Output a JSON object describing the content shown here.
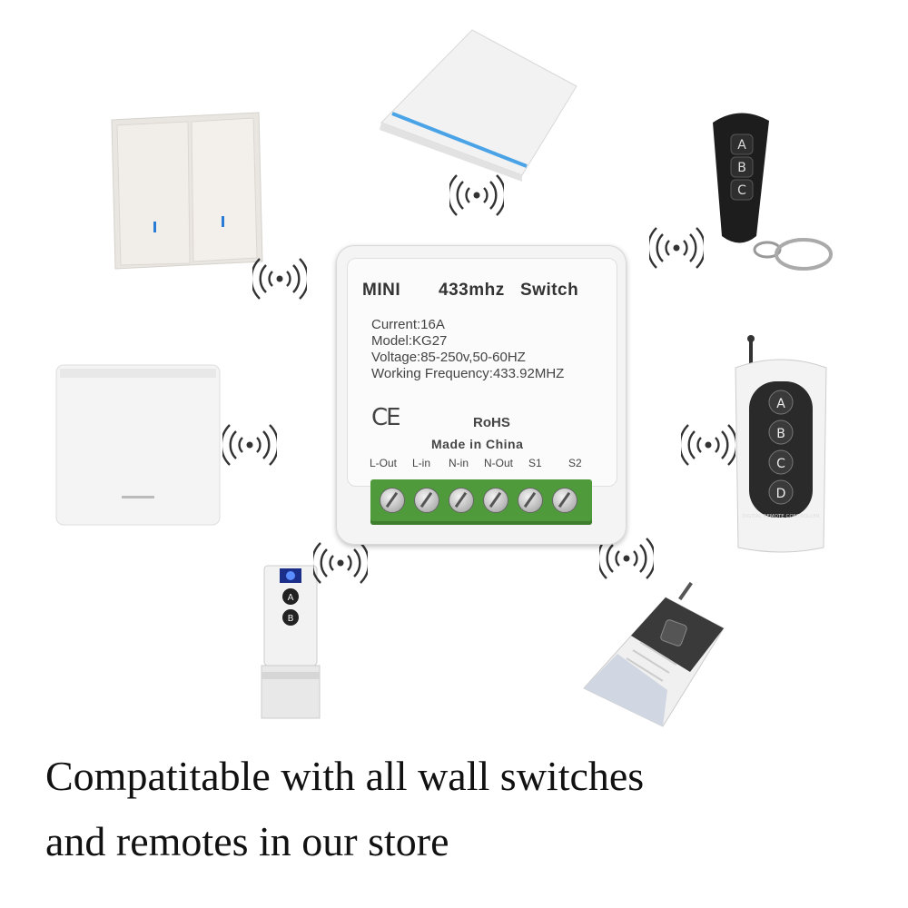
{
  "module": {
    "title_mini": "MINI",
    "title_freq": "433mhz",
    "title_switch": "Switch",
    "specs": [
      "Current:16A",
      "Model:KG27",
      "Voltage:85-250v,50-60HZ",
      "Working Frequency:433.92MHZ"
    ],
    "ce": "CE",
    "rohs": "RoHS",
    "made_in": "Made in China",
    "terminals": [
      "L-Out",
      "L-in",
      "N-in",
      "N-Out",
      "S1",
      "S2"
    ]
  },
  "remotes": {
    "keyfob_buttons": [
      "A",
      "B",
      "C"
    ],
    "four_button_buttons": [
      "A",
      "B",
      "C",
      "D"
    ],
    "four_button_text": "DIGITAL REMOTE CONTROLLER",
    "slim_buttons": [
      "A",
      "B"
    ]
  },
  "icons": {
    "signal": "wireless-signal-icon"
  },
  "colors": {
    "terminal_green": "#4f9a3a",
    "indicator_blue": "#2a7bd6"
  },
  "caption": {
    "line1": "Compatitable with all wall switches",
    "line2": "and remotes in our store"
  }
}
